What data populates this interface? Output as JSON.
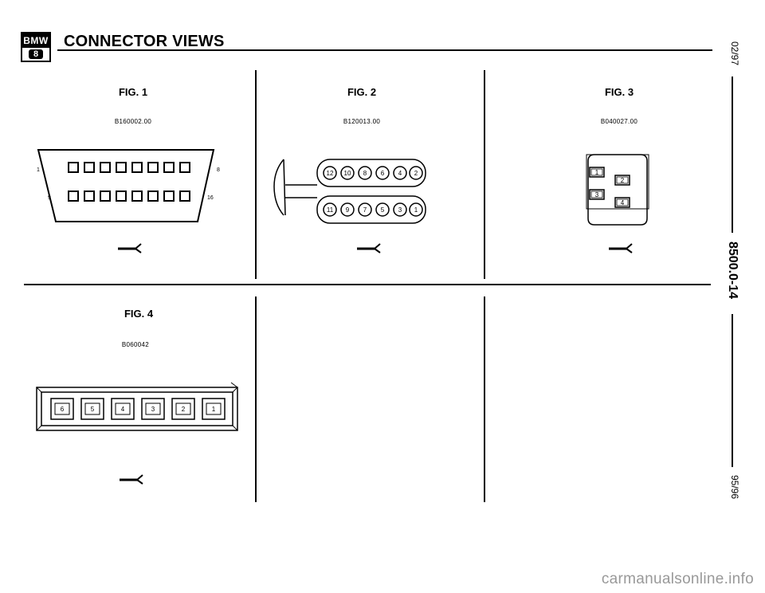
{
  "header": {
    "logo_text": "BMW",
    "logo_sub": "8",
    "title": "CONNECTOR VIEWS"
  },
  "side": {
    "date_top": "02/97",
    "page_code": "8500.0-14",
    "date_bottom": "95/96"
  },
  "figures": [
    {
      "title": "FIG. 1",
      "code": "B160002.00",
      "pin_labels": [
        "1",
        "8",
        "9",
        "16"
      ]
    },
    {
      "title": "FIG. 2",
      "code": "B120013.00",
      "top_row": [
        "12",
        "10",
        "8",
        "6",
        "4",
        "2"
      ],
      "bottom_row": [
        "11",
        "9",
        "7",
        "5",
        "3",
        "1"
      ]
    },
    {
      "title": "FIG. 3",
      "code": "B040027.00",
      "pins": [
        "1",
        "2",
        "3",
        "4"
      ]
    },
    {
      "title": "FIG. 4",
      "code": "B060042",
      "pins": [
        "6",
        "5",
        "4",
        "3",
        "2",
        "1"
      ]
    }
  ],
  "watermark": "carmanualsonline.info"
}
